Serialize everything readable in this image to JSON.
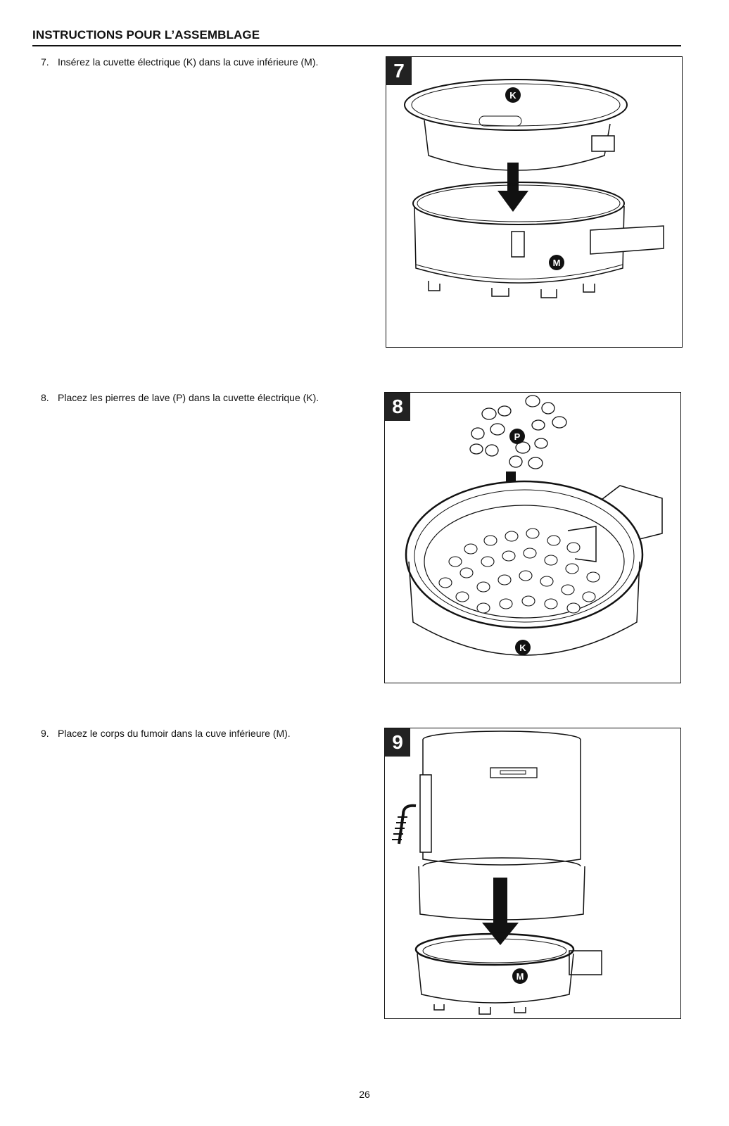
{
  "header": {
    "title": "INSTRUCTIONS POUR L’ASSEMBLAGE"
  },
  "steps": [
    {
      "number": "7.",
      "text": "Insérez la cuvette électrique (K) dans la cuve inférieure (M).",
      "badge": "7",
      "labels": [
        "K",
        "M"
      ]
    },
    {
      "number": "8.",
      "text": "Placez les pierres de lave (P) dans la cuvette électrique (K).",
      "badge": "8",
      "labels": [
        "P",
        "K"
      ]
    },
    {
      "number": "9.",
      "text": "Placez le corps du fumoir dans la cuve inférieure (M).",
      "badge": "9",
      "labels": [
        "M"
      ]
    }
  ],
  "footer": {
    "page_number": "26"
  }
}
